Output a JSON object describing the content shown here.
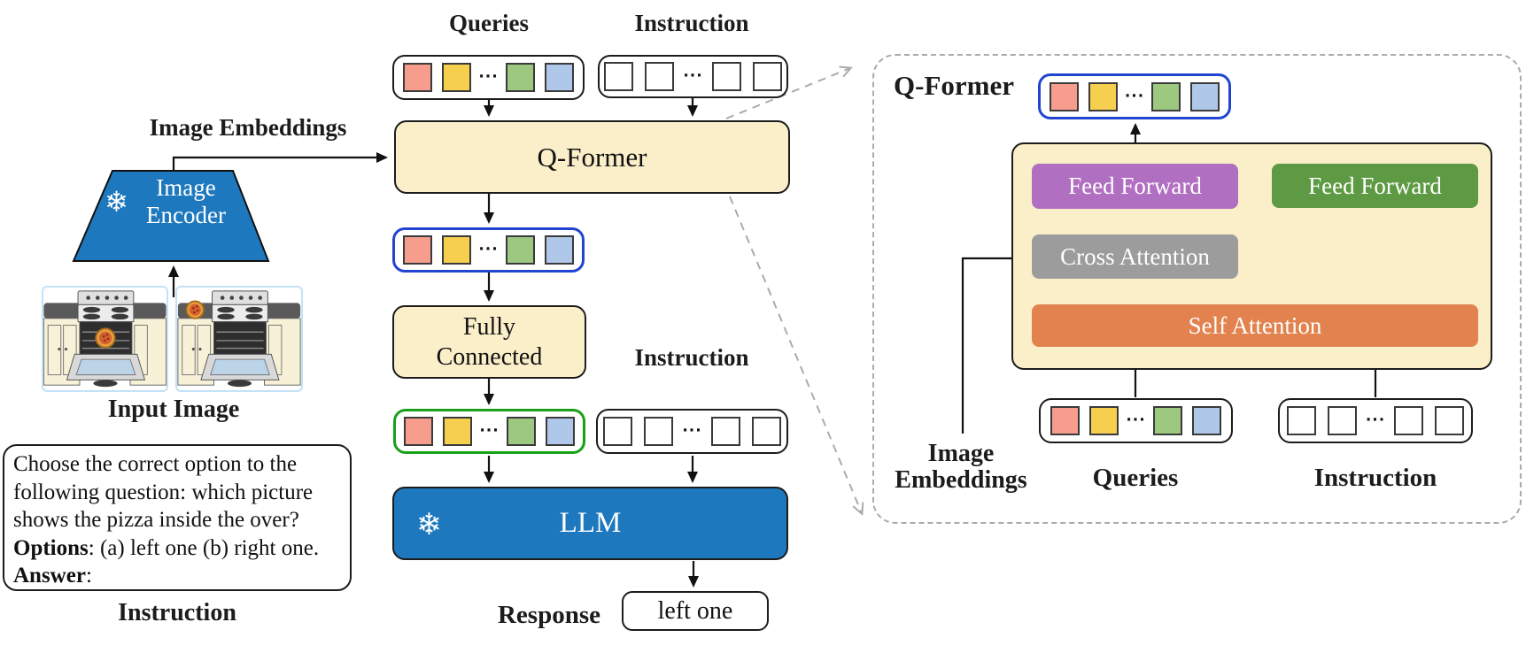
{
  "colors": {
    "box_fill_cream": "#FBEFCA",
    "blue_fill": "#1E78BE",
    "query_output_border_blue": "#2145D0",
    "fc_output_border_green": "#18A018",
    "feed_forward_left_purple": "#B06FC0",
    "feed_forward_right_green": "#5E9A43",
    "cross_attention_gray": "#9C9C9C",
    "self_attention_orange": "#E2824E",
    "dashed_connector_gray": "#ABABAB"
  },
  "tokens": {
    "query_colors": [
      "#F79D8D",
      "#F7CF4F",
      "...",
      "#9DC87F",
      "#AFC7E9"
    ],
    "instruction_colors": [
      "#FFFFFF",
      "#FFFFFF",
      "...",
      "#FFFFFF",
      "#FFFFFF"
    ]
  },
  "pipeline": {
    "queries_label": "Queries",
    "instruction_label_top": "Instruction",
    "image_embeddings_label": "Image Embeddings",
    "qformer_label": "Q-Former",
    "snowflake_icon": "❄",
    "image_encoder_line1": "Image",
    "image_encoder_line2": "Encoder",
    "input_image_label": "Input Image",
    "fully_connected_line1": "Fully",
    "fully_connected_line2": "Connected",
    "instruction_label_mid": "Instruction",
    "llm_label": "LLM",
    "instruction_box": {
      "body": "Choose the correct option to the following question: which picture shows the pizza inside the over? ",
      "options_label": "Options",
      "options_rest": ": (a) left one (b) right one. ",
      "answer_label": "Answer",
      "answer_rest": ":"
    },
    "instruction_caption": "Instruction",
    "response_label": "Response",
    "response_value": "left one"
  },
  "qformer_detail": {
    "title": "Q-Former",
    "feed_forward_left": "Feed Forward",
    "feed_forward_right": "Feed Forward",
    "cross_attention": "Cross Attention",
    "self_attention": "Self Attention",
    "image_embeddings_line1": "Image",
    "image_embeddings_line2": "Embeddings",
    "queries_label": "Queries",
    "instruction_label": "Instruction"
  }
}
